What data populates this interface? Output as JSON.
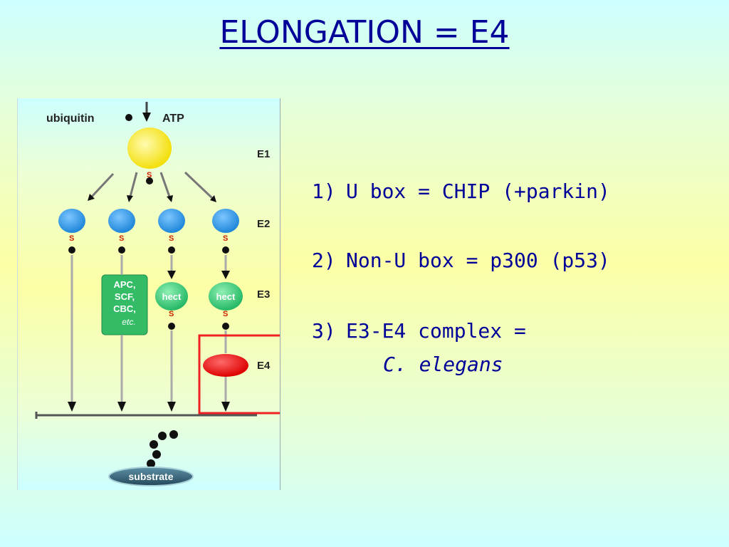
{
  "title": "ELONGATION = E4",
  "diagram": {
    "ubiquitin_label": "ubiquitin",
    "atp_label": "ATP",
    "levels": [
      "E1",
      "E2",
      "E3",
      "E4"
    ],
    "thiol_label": "S",
    "e3_complex_lines": [
      "APC,",
      "SCF,",
      "CBC,",
      "etc."
    ],
    "hect_label": "hect",
    "substrate_label": "substrate",
    "colors": {
      "e1": "#ffee22",
      "e2": "#3399ee",
      "e3": "#33cc77",
      "e4": "#ee1111",
      "highlight": "#ee2222",
      "substrate": "#336677"
    }
  },
  "points": [
    {
      "num": "1)",
      "text": "U box = CHIP (+parkin)"
    },
    {
      "num": "2)",
      "text": "Non-U box = p300 (p53)"
    },
    {
      "num": "3)",
      "text": "E3-E4 complex =",
      "continuation": "C. elegans"
    }
  ]
}
